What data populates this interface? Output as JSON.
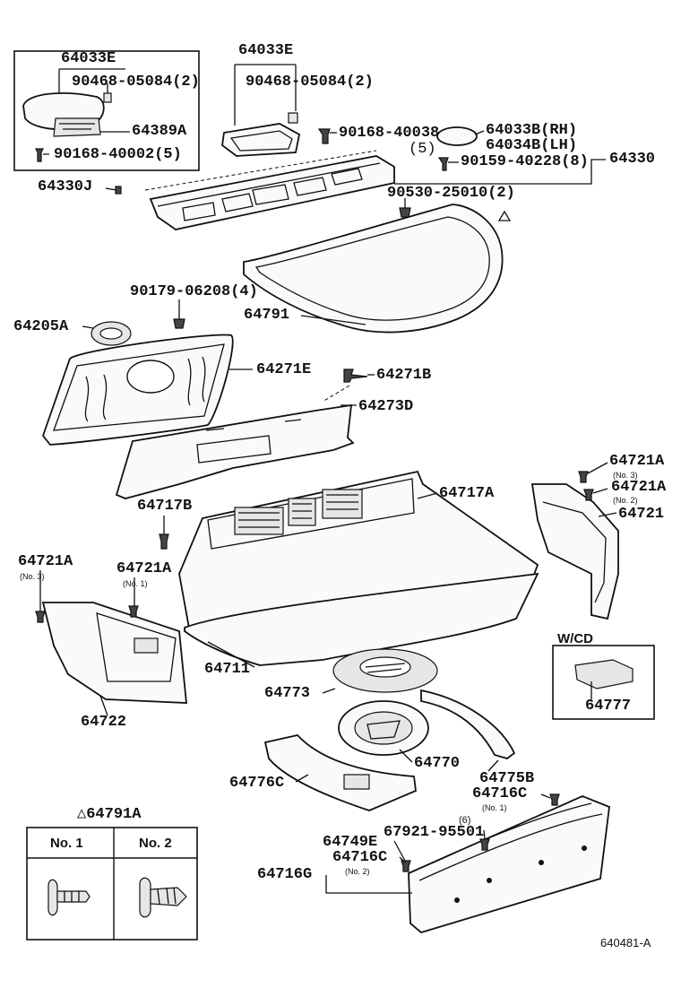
{
  "labels": {
    "inset_64033E": "64033E",
    "inset_90468": "90468-05084(2)",
    "inset_64389A": "64389A",
    "inset_90168_40002": "90168-40002(5)",
    "p64033E": "64033E",
    "p90468": "90468-05084(2)",
    "p90168_40038": "90168-40038",
    "p90168_qty": "(5)",
    "p64033B": "64033B(RH)",
    "p64034B": "64034B(LH)",
    "p90159": "90159-40228(8)",
    "p64330": "64330",
    "p64330J": "64330J",
    "p90530": "90530-25010(2)",
    "p90179": "90179-06208(4)",
    "p64205A": "64205A",
    "p64791": "64791",
    "p64271E": "64271E",
    "p64271B": "64271B",
    "p64273D": "64273D",
    "p64717B": "64717B",
    "p64717A": "64717A",
    "p64721A_r1": "64721A",
    "p64721A_r1_note": "(No. 3)",
    "p64721A_r2": "64721A",
    "p64721A_r2_note": "(No. 2)",
    "p64721": "64721",
    "p64721A_l": "64721A",
    "p64721A_l_note": "(No. 3)",
    "p64721A_m": "64721A",
    "p64721A_m_note": "(No. 1)",
    "p64711": "64711",
    "p64773": "64773",
    "p64722": "64722",
    "p64770": "64770",
    "p64775B": "64775B",
    "p64716C_1": "64716C",
    "p64716C_1_note": "(No. 1)",
    "p64776C": "64776C",
    "p67921_qty": "(6)",
    "p67921": "67921-95501",
    "p64749E": "64749E",
    "p64716C_2": "64716C",
    "p64716C_2_note": "(No. 2)",
    "p64716G": "64716G",
    "p64777": "64777"
  },
  "variant_label": "W/CD",
  "clip_table": {
    "title": "△64791A",
    "columns": [
      "No. 1",
      "No. 2"
    ]
  },
  "diagram_code": "640481-A"
}
